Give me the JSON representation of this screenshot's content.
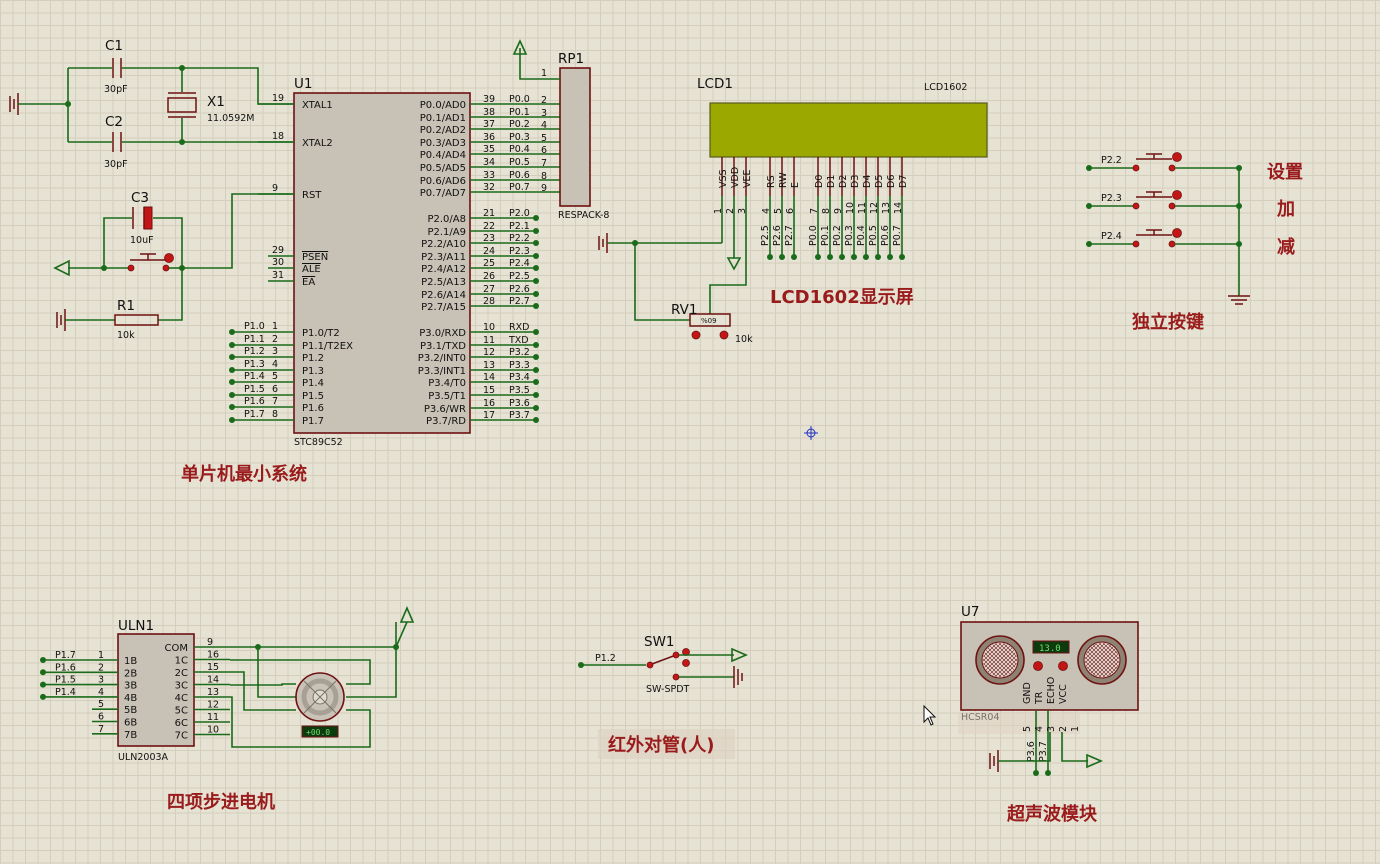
{
  "mcu": {
    "ref": "U1",
    "part": "STC89C52",
    "left_pins": [
      {
        "num": "19",
        "name": "XTAL1"
      },
      {
        "num": "18",
        "name": "XTAL2"
      },
      {
        "num": "9",
        "name": "RST"
      },
      {
        "num": "29",
        "name": "PSEN"
      },
      {
        "num": "30",
        "name": "ALE"
      },
      {
        "num": "31",
        "name": "EA"
      },
      {
        "num": "1",
        "name": "P1.0/T2"
      },
      {
        "num": "2",
        "name": "P1.1/T2EX"
      },
      {
        "num": "3",
        "name": "P1.2"
      },
      {
        "num": "4",
        "name": "P1.3"
      },
      {
        "num": "5",
        "name": "P1.4"
      },
      {
        "num": "6",
        "name": "P1.5"
      },
      {
        "num": "7",
        "name": "P1.6"
      },
      {
        "num": "8",
        "name": "P1.7"
      }
    ],
    "p1_nets": [
      "P1.0",
      "P1.1",
      "P1.2",
      "P1.3",
      "P1.4",
      "P1.5",
      "P1.6",
      "P1.7"
    ],
    "right_pins": [
      {
        "num": "39",
        "name": "P0.0/AD0",
        "net": "P0.0"
      },
      {
        "num": "38",
        "name": "P0.1/AD1",
        "net": "P0.1"
      },
      {
        "num": "37",
        "name": "P0.2/AD2",
        "net": "P0.2"
      },
      {
        "num": "36",
        "name": "P0.3/AD3",
        "net": "P0.3"
      },
      {
        "num": "35",
        "name": "P0.4/AD4",
        "net": "P0.4"
      },
      {
        "num": "34",
        "name": "P0.5/AD5",
        "net": "P0.5"
      },
      {
        "num": "33",
        "name": "P0.6/AD6",
        "net": "P0.6"
      },
      {
        "num": "32",
        "name": "P0.7/AD7",
        "net": "P0.7"
      },
      {
        "num": "21",
        "name": "P2.0/A8",
        "net": "P2.0"
      },
      {
        "num": "22",
        "name": "P2.1/A9",
        "net": "P2.1"
      },
      {
        "num": "23",
        "name": "P2.2/A10",
        "net": "P2.2"
      },
      {
        "num": "24",
        "name": "P2.3/A11",
        "net": "P2.3"
      },
      {
        "num": "25",
        "name": "P2.4/A12",
        "net": "P2.4"
      },
      {
        "num": "26",
        "name": "P2.5/A13",
        "net": "P2.5"
      },
      {
        "num": "27",
        "name": "P2.6/A14",
        "net": "P2.6"
      },
      {
        "num": "28",
        "name": "P2.7/A15",
        "net": "P2.7"
      },
      {
        "num": "10",
        "name": "P3.0/RXD",
        "net": "RXD"
      },
      {
        "num": "11",
        "name": "P3.1/TXD",
        "net": "TXD"
      },
      {
        "num": "12",
        "name": "P3.2/INT0",
        "net": "P3.2"
      },
      {
        "num": "13",
        "name": "P3.3/INT1",
        "net": "P3.3"
      },
      {
        "num": "14",
        "name": "P3.4/T0",
        "net": "P3.4"
      },
      {
        "num": "15",
        "name": "P3.5/T1",
        "net": "P3.5"
      },
      {
        "num": "16",
        "name": "P3.6/WR",
        "net": "P3.6"
      },
      {
        "num": "17",
        "name": "P3.7/RD",
        "net": "P3.7"
      }
    ]
  },
  "c1": {
    "ref": "C1",
    "value": "30pF"
  },
  "c2": {
    "ref": "C2",
    "value": "30pF"
  },
  "c3": {
    "ref": "C3",
    "value": "10uF"
  },
  "x1": {
    "ref": "X1",
    "value": "11.0592M"
  },
  "r1": {
    "ref": "R1",
    "value": "10k"
  },
  "rp1": {
    "ref": "RP1",
    "part": "RESPACK-8",
    "pin1": "1",
    "pins": [
      "2",
      "3",
      "4",
      "5",
      "6",
      "7",
      "8",
      "9"
    ]
  },
  "lcd": {
    "ref": "LCD1",
    "part": "LCD1602",
    "screen_color": "#9aa800",
    "pins": [
      {
        "name": "VSS",
        "num": "1",
        "net": ""
      },
      {
        "name": "VDD",
        "num": "2",
        "net": ""
      },
      {
        "name": "VEE",
        "num": "3",
        "net": ""
      },
      {
        "name": "RS",
        "num": "4",
        "net": "P2.5"
      },
      {
        "name": "RW",
        "num": "5",
        "net": "P2.6"
      },
      {
        "name": "E",
        "num": "6",
        "net": "P2.7"
      },
      {
        "name": "D0",
        "num": "7",
        "net": "P0.0"
      },
      {
        "name": "D1",
        "num": "8",
        "net": "P0.1"
      },
      {
        "name": "D2",
        "num": "9",
        "net": "P0.2"
      },
      {
        "name": "D3",
        "num": "10",
        "net": "P0.3"
      },
      {
        "name": "D4",
        "num": "11",
        "net": "P0.4"
      },
      {
        "name": "D5",
        "num": "12",
        "net": "P0.5"
      },
      {
        "name": "D6",
        "num": "13",
        "net": "P0.6"
      },
      {
        "name": "D7",
        "num": "14",
        "net": "P0.7"
      }
    ]
  },
  "rv1": {
    "ref": "RV1",
    "value": "10k",
    "percent": "%09"
  },
  "buttons": {
    "nets": [
      "P2.2",
      "P2.3",
      "P2.4"
    ]
  },
  "uln": {
    "ref": "ULN1",
    "part": "ULN2003A",
    "left": [
      {
        "num": "1",
        "name": "1B",
        "net": "P1.7"
      },
      {
        "num": "2",
        "name": "2B",
        "net": "P1.6"
      },
      {
        "num": "3",
        "name": "3B",
        "net": "P1.5"
      },
      {
        "num": "4",
        "name": "4B",
        "net": "P1.4"
      },
      {
        "num": "5",
        "name": "5B",
        "net": ""
      },
      {
        "num": "6",
        "name": "6B",
        "net": ""
      },
      {
        "num": "7",
        "name": "7B",
        "net": ""
      }
    ],
    "right": [
      {
        "num": "9",
        "name": "COM"
      },
      {
        "num": "16",
        "name": "1C"
      },
      {
        "num": "15",
        "name": "2C"
      },
      {
        "num": "14",
        "name": "3C"
      },
      {
        "num": "13",
        "name": "4C"
      },
      {
        "num": "12",
        "name": "5C"
      },
      {
        "num": "11",
        "name": "6C"
      },
      {
        "num": "10",
        "name": "7C"
      }
    ],
    "motor_readout": "+00.0"
  },
  "sw1": {
    "ref": "SW1",
    "part": "SW-SPDT",
    "net": "P1.2"
  },
  "u7": {
    "ref": "U7",
    "part": "HCSR04",
    "readout": "13.0",
    "pins": [
      {
        "name": "GND",
        "num": "5",
        "net": "P3.6"
      },
      {
        "name": "TR",
        "num": "4",
        "net": "P3.7"
      },
      {
        "name": "ECHO",
        "num": "3",
        "net": ""
      },
      {
        "name": "VCC",
        "num": "2",
        "net": ""
      },
      {
        "name": "",
        "num": "1",
        "net": ""
      }
    ]
  },
  "sections": {
    "mcu": "单片机最小系统",
    "lcd": "LCD1602显示屏",
    "keys": "独立按键",
    "key_labels": [
      "设置",
      "加",
      "减"
    ],
    "motor": "四项步进电机",
    "ir": "红外对管(人)",
    "ultra": "超声波模块"
  },
  "colors": {
    "wire": "#1a6b1a",
    "body": "#6e1212",
    "label": "#9a1b1b",
    "grid": "#e6e2d4"
  }
}
